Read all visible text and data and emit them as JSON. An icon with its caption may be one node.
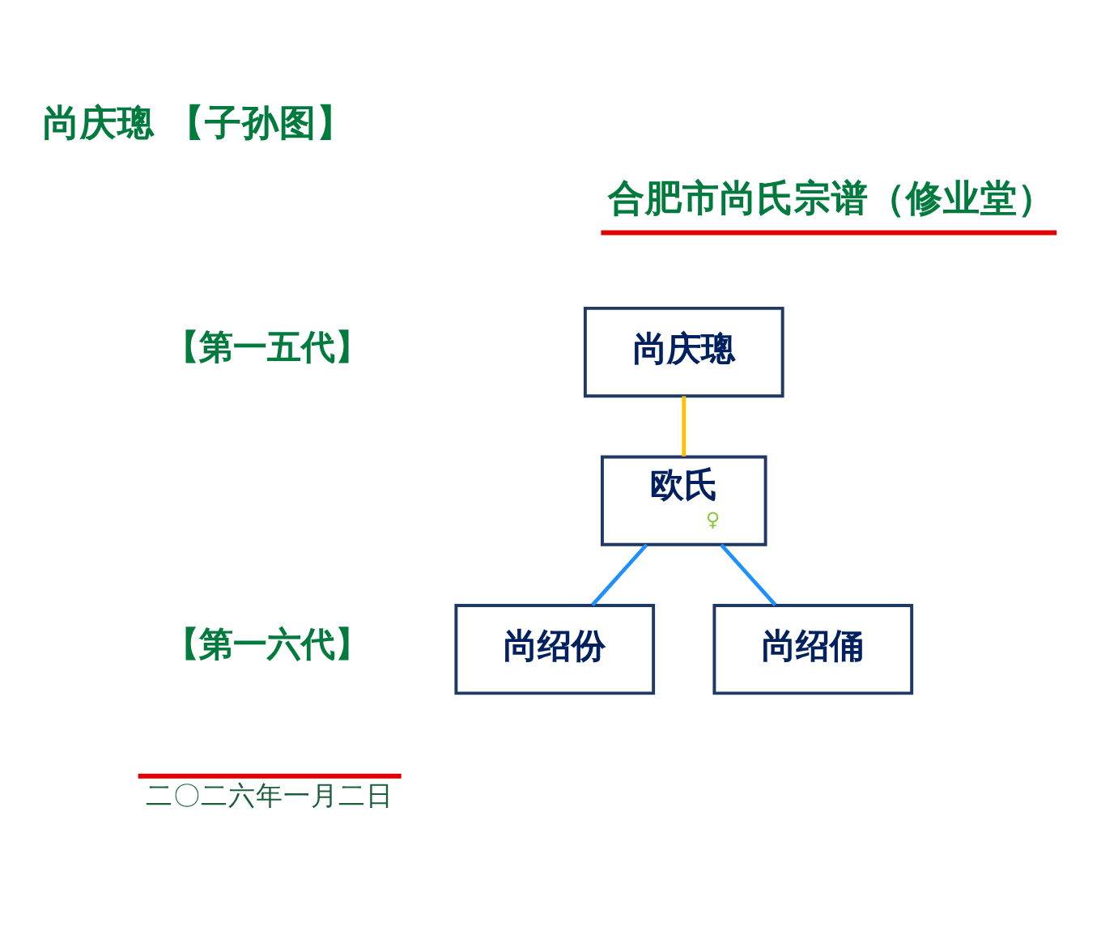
{
  "diagram": {
    "title": "尚庆璁 【子孙图】",
    "nodes": [
      {
        "text": [
          "尚庆璁"
        ]
      },
      {
        "text": [
          "欧氏",
          "♀"
        ]
      },
      {
        "text": [
          "尚绍份"
        ]
      },
      {
        "text": [
          "尚绍俑"
        ]
      }
    ],
    "edges": [
      {
        "from": 0,
        "to": 1,
        "arrow": "none",
        "color": "#ffc000"
      },
      {
        "from": 1,
        "to": 2,
        "arrow": "none"
      },
      {
        "from": 1,
        "to": 3,
        "arrow": "none"
      }
    ],
    "labels": [
      "合肥市尚氏宗谱（修业堂）",
      "【第一五代】",
      "【第一六代】",
      "二〇二六年一月二日"
    ]
  }
}
